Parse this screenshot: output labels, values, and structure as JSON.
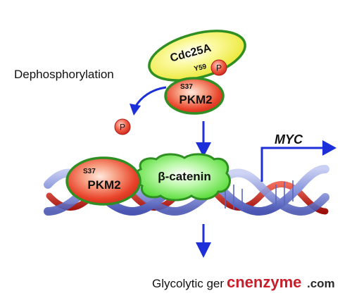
{
  "labels": {
    "dephosphorylation": "Dephosphorylation",
    "cdc25a": "Cdc25A",
    "y59": "Y59",
    "phospho_bound": "P",
    "phospho_released": "P",
    "s37_top": "S37",
    "pkm2_top": "PKM2",
    "s37_bottom": "S37",
    "pkm2_bottom": "PKM2",
    "beta_catenin": "β-catenin",
    "myc": "MYC",
    "glycolytic": "Glycolytic genes"
  },
  "watermark": {
    "text_main": "cnenzyme",
    "text_suffix": ".com"
  },
  "colors": {
    "arrow_blue": "#1c2fd8",
    "pkm2_red": "#e8432a",
    "pkm2_border": "#2f8f23",
    "cdc25a_yellow": "#f2ef3e",
    "catenin_green": "#43e023",
    "phospho_red": "#e33a2a",
    "dna_blue": "#7c8ad6",
    "dna_red": "#d01a14",
    "watermark_red": "#c91d2a"
  }
}
